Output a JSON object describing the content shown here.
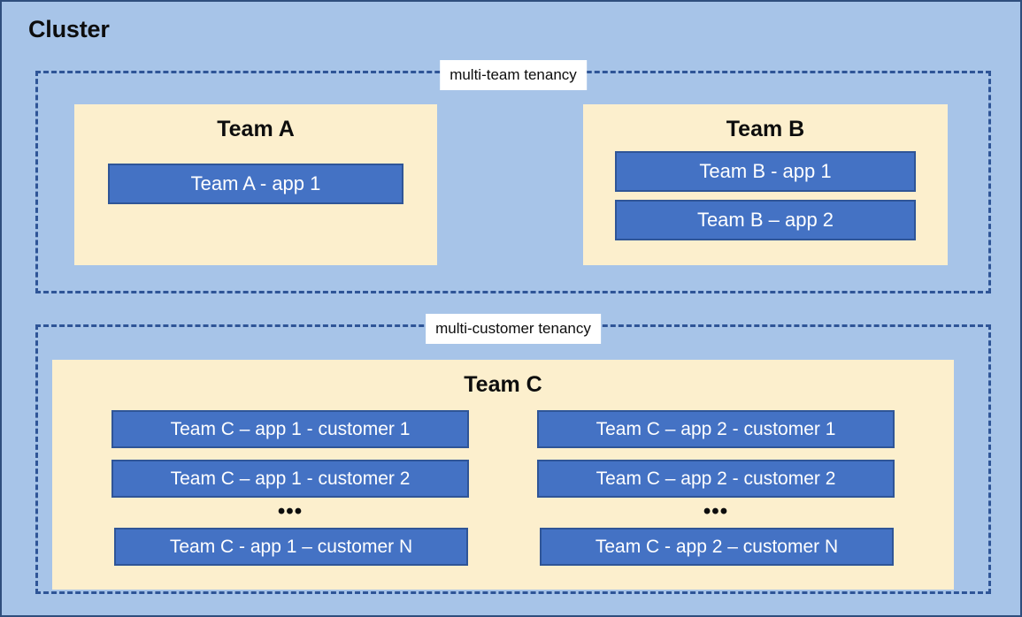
{
  "diagram": {
    "title": "Cluster",
    "groups": [
      {
        "label": "multi-team tenancy",
        "teams": [
          {
            "name": "Team A",
            "apps": [
              "Team A - app 1"
            ]
          },
          {
            "name": "Team B",
            "apps": [
              "Team B - app 1",
              "Team B – app 2"
            ]
          }
        ]
      },
      {
        "label": "multi-customer tenancy",
        "teams": [
          {
            "name": "Team C",
            "columns": [
              {
                "app": "app 1",
                "items": [
                  "Team C – app 1 - customer 1",
                  "Team C – app 1 - customer 2"
                ],
                "ellipsis": "•••",
                "last": "Team C - app 1 – customer N"
              },
              {
                "app": "app 2",
                "items": [
                  "Team C – app 2 - customer 1",
                  "Team C – app 2 - customer 2"
                ],
                "ellipsis": "•••",
                "last": "Team C - app 2 – customer N"
              }
            ]
          }
        ]
      }
    ]
  },
  "colors": {
    "background": "#a7c4e8",
    "panel": "#fcefcd",
    "app_box": "#4472c4",
    "border_navy": "#2f5597",
    "label_background": "#ffffff",
    "text_dark": "#0d0d0d",
    "text_light": "#ffffff"
  }
}
